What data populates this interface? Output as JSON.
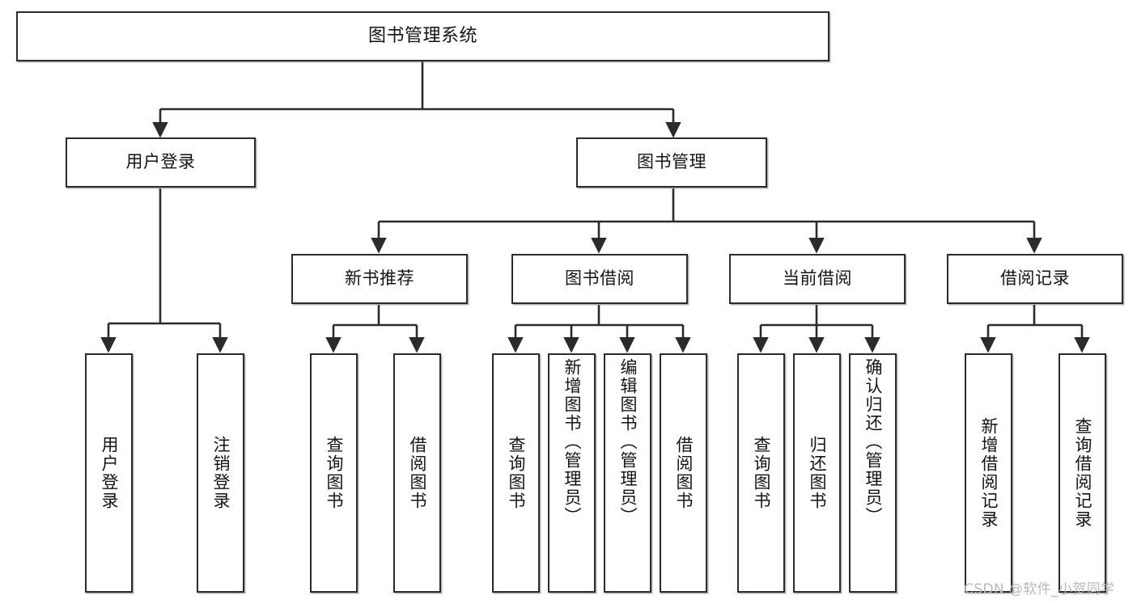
{
  "diagram": {
    "title": "图书管理系统",
    "type": "tree-hierarchy",
    "watermark": "CSDN @软件_小贺同学",
    "colors": {
      "box_border": "#2b2b2b",
      "box_fill": "#ffffff",
      "edge": "#2b2b2b",
      "text": "#141414",
      "watermark": "#b9b9b9"
    },
    "nodes": {
      "root": {
        "label": "图书管理系统"
      },
      "level2": [
        {
          "id": "user-login",
          "label": "用户登录"
        },
        {
          "id": "book-manage",
          "label": "图书管理"
        }
      ],
      "level3": [
        {
          "id": "new-book-rec",
          "label": "新书推荐"
        },
        {
          "id": "book-borrow",
          "label": "图书借阅"
        },
        {
          "id": "current-borrow",
          "label": "当前借阅"
        },
        {
          "id": "borrow-record",
          "label": "借阅记录"
        }
      ],
      "leaves": {
        "user-login": [
          {
            "id": "leaf-user-login",
            "label": "用户登录"
          },
          {
            "id": "leaf-logout",
            "label": "注销登录"
          }
        ],
        "new-book-rec": [
          {
            "id": "leaf-query-book-1",
            "label": "查询图书"
          },
          {
            "id": "leaf-borrow-book-1",
            "label": "借阅图书"
          }
        ],
        "book-borrow": [
          {
            "id": "leaf-query-book-2",
            "label": "查询图书"
          },
          {
            "id": "leaf-add-book",
            "label": "新增图书（管理员）"
          },
          {
            "id": "leaf-edit-book",
            "label": "编辑图书（管理员）"
          },
          {
            "id": "leaf-borrow-book-2",
            "label": "借阅图书"
          }
        ],
        "current-borrow": [
          {
            "id": "leaf-query-book-3",
            "label": "查询图书"
          },
          {
            "id": "leaf-return-book",
            "label": "归还图书"
          },
          {
            "id": "leaf-confirm-return",
            "label": "确认归还（管理员）"
          }
        ],
        "borrow-record": [
          {
            "id": "leaf-add-record",
            "label": "新增借阅记录"
          },
          {
            "id": "leaf-query-record",
            "label": "查询借阅记录"
          }
        ]
      }
    }
  }
}
